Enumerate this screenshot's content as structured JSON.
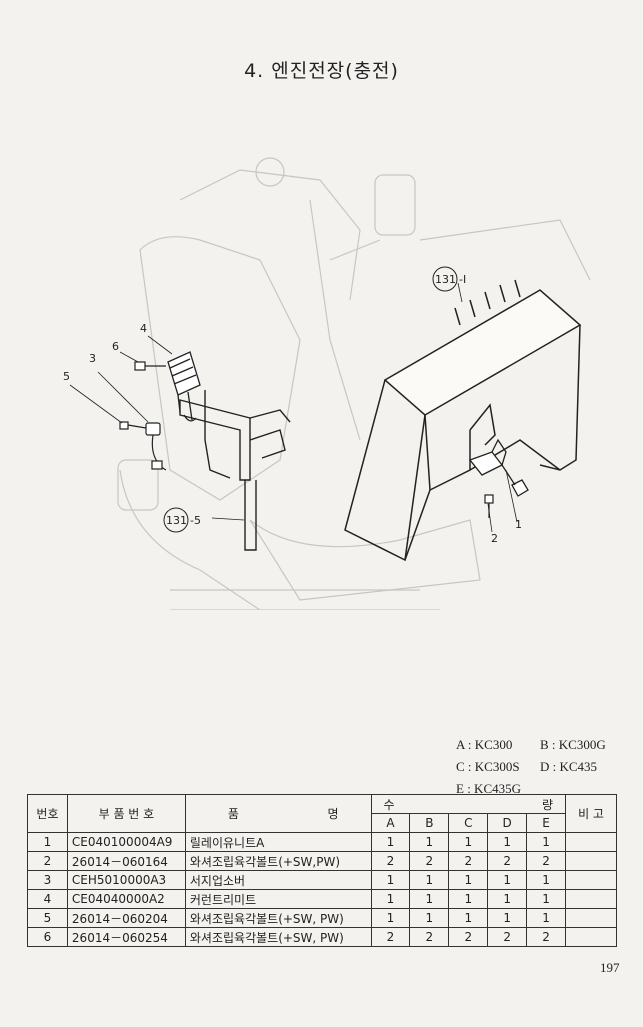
{
  "page": {
    "title": "4. 엔진전장(충전)",
    "page_number": "197"
  },
  "callouts": {
    "c1": "1",
    "c2": "2",
    "c3": "3",
    "c4": "4",
    "c5": "5",
    "c6": "6",
    "ref_131_1": "131",
    "ref_131_1_suffix": "-I",
    "ref_131_5": "131",
    "ref_131_5_suffix": "-5"
  },
  "models": [
    {
      "key": "A",
      "name": "KC300"
    },
    {
      "key": "B",
      "name": "KC300G"
    },
    {
      "key": "C",
      "name": "KC300S"
    },
    {
      "key": "D",
      "name": "KC435"
    },
    {
      "key": "E",
      "name": "KC435G"
    }
  ],
  "model_legend": {
    "a": "A : KC300",
    "b": "B : KC300G",
    "c": "C : KC300S",
    "d": "D : KC435",
    "e": "E : KC435G"
  },
  "table": {
    "headers": {
      "no": "번호",
      "part_no": "부 품 번 호",
      "name_1": "품",
      "name_2": "명",
      "qty_1": "수",
      "qty_2": "량",
      "remark": "비 고",
      "cols": [
        "A",
        "B",
        "C",
        "D",
        "E"
      ]
    },
    "rows": [
      {
        "no": "1",
        "part_no": "CE040100004A9",
        "name": "릴레이유니트A",
        "q": [
          "1",
          "1",
          "1",
          "1",
          "1"
        ],
        "remark": ""
      },
      {
        "no": "2",
        "part_no": "26014－060164",
        "name": "와셔조립육각볼트(+SW,PW)",
        "q": [
          "2",
          "2",
          "2",
          "2",
          "2"
        ],
        "remark": ""
      },
      {
        "no": "3",
        "part_no": "CEH5010000A3",
        "name": "서지업소버",
        "q": [
          "1",
          "1",
          "1",
          "1",
          "1"
        ],
        "remark": ""
      },
      {
        "no": "4",
        "part_no": "CE04040000A2",
        "name": "커런트리미트",
        "q": [
          "1",
          "1",
          "1",
          "1",
          "1"
        ],
        "remark": ""
      },
      {
        "no": "5",
        "part_no": "26014－060204",
        "name": "와셔조립육각볼트(+SW, PW)",
        "q": [
          "1",
          "1",
          "1",
          "1",
          "1"
        ],
        "remark": ""
      },
      {
        "no": "6",
        "part_no": "26014－060254",
        "name": "와셔조립육각볼트(+SW, PW)",
        "q": [
          "2",
          "2",
          "2",
          "2",
          "2"
        ],
        "remark": ""
      }
    ]
  }
}
